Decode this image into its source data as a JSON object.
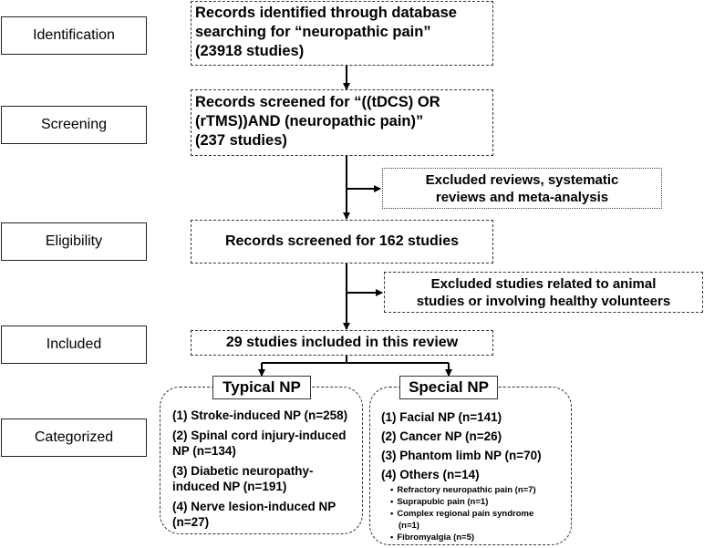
{
  "stages": {
    "identification": "Identification",
    "screening": "Screening",
    "eligibility": "Eligibility",
    "included": "Included",
    "categorized": "Categorized"
  },
  "records": {
    "identified": {
      "line1": "Records identified through database",
      "line2": "searching for “neuropathic pain”",
      "line3": "(23918 studies)"
    },
    "screened": {
      "line1": "Records screened for “((tDCS) OR",
      "line2": "(rTMS))AND (neuropathic pain)”",
      "line3": "(237 studies)"
    },
    "eligible": "Records screened for 162 studies",
    "included": "29 studies included in this review"
  },
  "exclusions": {
    "reviews": {
      "line1": "Excluded reviews, systematic",
      "line2": "reviews and meta-analysis"
    },
    "animal": {
      "line1": "Excluded studies related to animal",
      "line2": "studies or involving healthy  volunteers"
    }
  },
  "typical": {
    "heading": "Typical NP",
    "items": [
      {
        "line1": "(1) Stroke-induced NP (n=258)"
      },
      {
        "line1": "(2) Spinal cord injury-induced",
        "line2": "NP (n=134)"
      },
      {
        "line1": "(3) Diabetic neuropathy-",
        "line2": "induced NP (n=191)"
      },
      {
        "line1": "(4) Nerve lesion-induced NP",
        "line2": "(n=27)"
      }
    ]
  },
  "special": {
    "heading": "Special NP",
    "items": [
      "(1) Facial NP (n=141)",
      "(2) Cancer NP (n=26)",
      "(3) Phantom limb NP (n=70)",
      "(4) Others (n=14)"
    ],
    "others": [
      "Refractory neuropathic pain (n=7)",
      "Suprapubic pain (n=1)",
      "Complex regional pain syndrome",
      "(n=1)",
      "Fibromyalgia (n=5)"
    ]
  }
}
